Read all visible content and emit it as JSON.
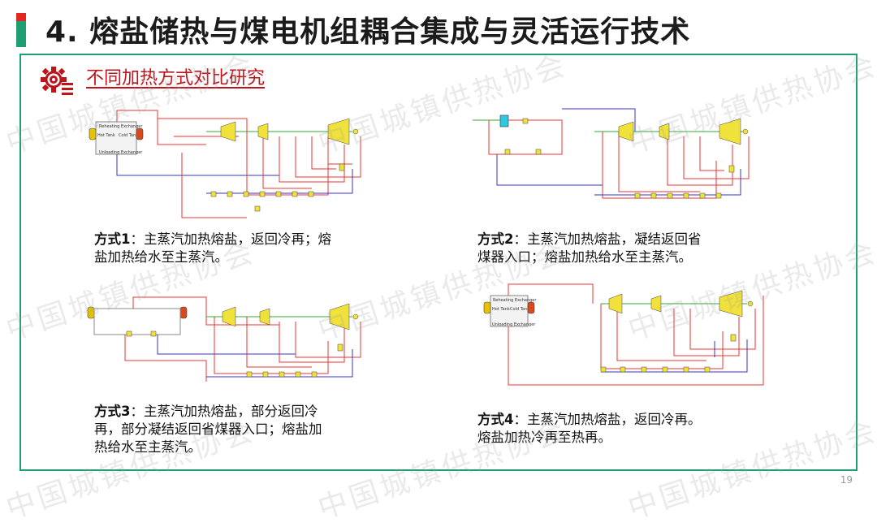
{
  "header": {
    "title": "4. 熔盐储热与煤电机组耦合集成与灵活运行技术",
    "accent_green": "#1f9e74",
    "accent_red": "#e3261f"
  },
  "section": {
    "subtitle": "不同加热方式对比研究",
    "icon": "gear-settings-icon",
    "color": "#c0141b"
  },
  "diagram_labels": {
    "reheating_exchanger": "Reheating Exchanger",
    "hot_tank": "Hot Tank",
    "cold_tank": "Cold Tank",
    "unloading_exchanger": "Unloading Exchanger"
  },
  "schemes": [
    {
      "name": "方式1",
      "line1": "：主蒸汽加热熔盐，返回冷再；熔",
      "line2": "盐加热给水至主蒸汽。",
      "line3": ""
    },
    {
      "name": "方式2",
      "line1": "：主蒸汽加热熔盐，凝结返回省",
      "line2": "煤器入口；熔盐加热给水至主蒸汽。",
      "line3": ""
    },
    {
      "name": "方式3",
      "line1": "：主蒸汽加热熔盐，部分返回冷",
      "line2": "再，部分凝结返回省煤器入口；熔盐加",
      "line3": "热给水至主蒸汽。"
    },
    {
      "name": "方式4",
      "line1": "：主蒸汽加热熔盐，返回冷再。",
      "line2": "熔盐加热冷再至热再。",
      "line3": ""
    }
  ],
  "watermark": "中国城镇供热协会",
  "page_number": "19"
}
